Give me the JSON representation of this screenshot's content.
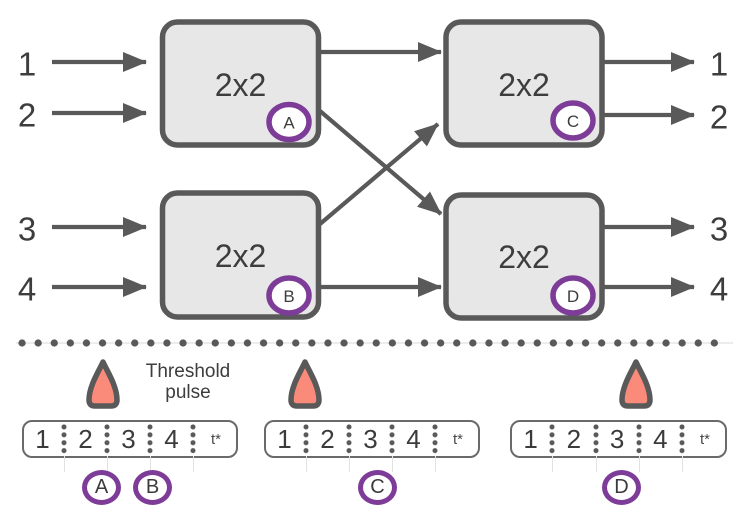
{
  "colors": {
    "outline_gray": "#595959",
    "box_fill": "#e8e7e7",
    "accent_purple": "#7d3c98",
    "pulse_fill": "#fa8a7a",
    "text_dark": "#3d3d3d"
  },
  "network": {
    "switch_label": "2x2",
    "switches": [
      "A",
      "B",
      "C",
      "D"
    ],
    "inputs": [
      "1",
      "2",
      "3",
      "4"
    ],
    "outputs": [
      "1",
      "2",
      "3",
      "4"
    ]
  },
  "timeline": {
    "threshold_line1": "Threshold",
    "threshold_line2": "pulse",
    "slot_labels": [
      "1",
      "2",
      "3",
      "4"
    ],
    "t_label": "t*",
    "panels": [
      {
        "circles": [
          "A",
          "B"
        ]
      },
      {
        "circles": [
          "C"
        ]
      },
      {
        "circles": [
          "D"
        ]
      }
    ]
  }
}
